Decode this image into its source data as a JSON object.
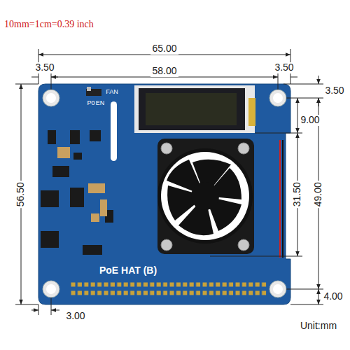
{
  "diagram": {
    "labels": [
      "10mm=1cm=0.39 inch",
      "65.00",
      "3.50",
      "58.00",
      "3.50",
      "FAN",
      "P0",
      "EN",
      "3.50",
      "9.00",
      "56.50",
      "31.50",
      "49.00",
      "PoE HAT (B)",
      "4.00",
      "3.00",
      "Unit:mm"
    ]
  }
}
